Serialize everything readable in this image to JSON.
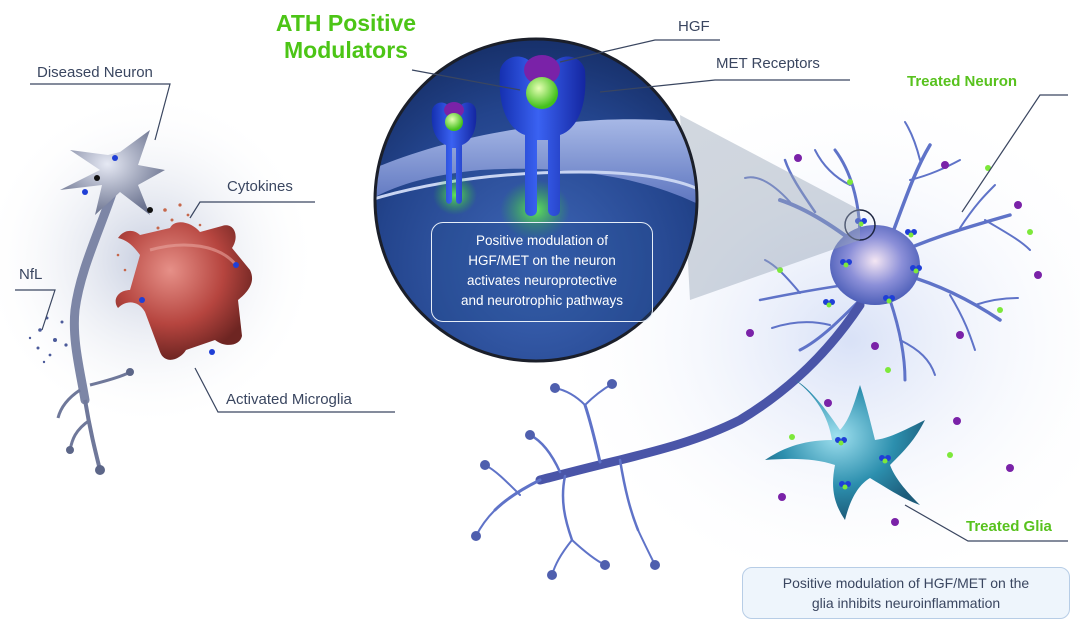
{
  "title": {
    "line1": "ATH Positive",
    "line2": "Modulators"
  },
  "labels": {
    "diseased_neuron": "Diseased Neuron",
    "cytokines": "Cytokines",
    "nfl": "NfL",
    "activated_microglia": "Activated Microglia",
    "hgf": "HGF",
    "met_receptors": "MET Receptors",
    "treated_neuron": "Treated Neuron",
    "treated_glia": "Treated Glia"
  },
  "neuron_box": {
    "line1": "Positive modulation of",
    "line2": "HGF/MET on the neuron",
    "line3": "activates neuroprotective",
    "line4": "and neurotrophic pathways"
  },
  "glia_box": {
    "line1": "Positive modulation of HGF/MET on the",
    "line2": "glia inhibits neuroinflammation"
  },
  "colors": {
    "accent_green": "#58c21e",
    "receptor_blue": "#1f3fd6",
    "hgf_purple": "#7a22a8",
    "modulator_green": "#7de83a",
    "neuron_blue": "#5a6fc4",
    "microglia_red": "#b84a48",
    "glia_teal": "#3aa0bc",
    "label_text": "#3a4660"
  }
}
